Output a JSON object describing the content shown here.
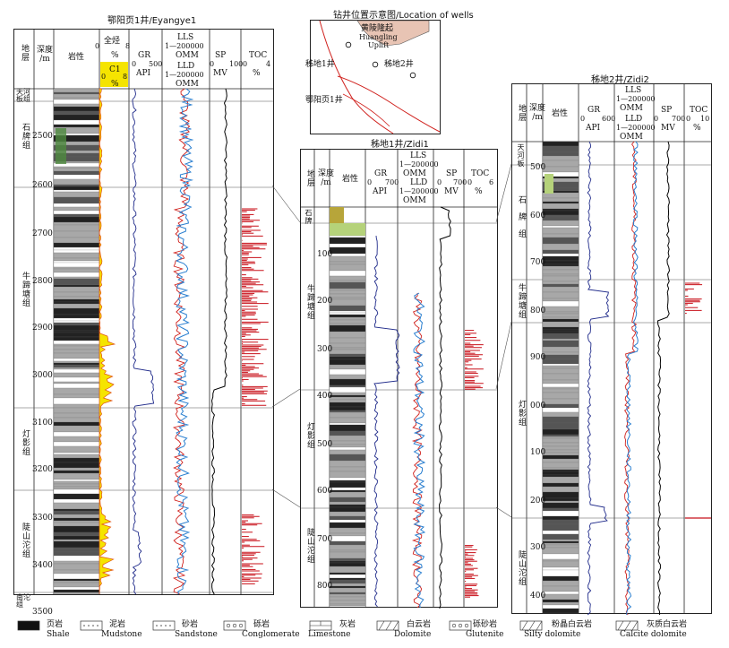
{
  "map": {
    "title": "钻井位置示意图/Location of wells",
    "uplift_cn": "黄陵隆起",
    "uplift_en1": "Huangling",
    "uplift_en2": "Uplift",
    "wells": [
      "秭地1井",
      "秭地2井",
      "鄂阳页1井"
    ]
  },
  "well1": {
    "title": "鄂阳页1井/Eyangye1",
    "headers": {
      "strata": "地层",
      "depth": "深度\n/m",
      "lith": "岩性",
      "gas": "全烃",
      "gas_unit": "%",
      "gas_lo": "0",
      "gas_hi": "8",
      "c1": "C1",
      "c1_unit": "%",
      "c1_lo": "0",
      "c1_hi": "8",
      "gr": "GR",
      "gr_unit": "API",
      "gr_lo": "0",
      "gr_hi": "500",
      "lls": "LLS",
      "lls_range": "1—200000",
      "lls_unit": "OMM",
      "lld": "LLD",
      "lld_range": "1—200000",
      "lld_unit": "OMM",
      "sp": "SP",
      "sp_unit": "MV",
      "sp_lo": "0",
      "sp_hi": "100",
      "toc": "TOC",
      "toc_unit": "%",
      "toc_lo": "0",
      "toc_hi": "4"
    },
    "depths": [
      "2500",
      "2600",
      "2700",
      "2800",
      "2900",
      "3000",
      "3100",
      "3200",
      "3300",
      "3400",
      "3500"
    ],
    "formations": [
      "天河板组",
      "石牌组",
      "牛蹄塘组",
      "灯影组",
      "陡山沱组",
      "南沱组"
    ]
  },
  "well2": {
    "title": "秭地1井/Zidi1",
    "headers": {
      "strata": "地层",
      "depth": "深度\n/m",
      "lith": "岩性",
      "gr": "GR",
      "gr_unit": "API",
      "gr_lo": "0",
      "gr_hi": "700",
      "lls": "LLS",
      "lls_range": "1—200000",
      "lls_unit": "OMM",
      "lld": "LLD",
      "lld_range": "1—200000",
      "lld_unit": "OMM",
      "sp": "SP",
      "sp_unit": "MV",
      "sp_lo": "0",
      "sp_hi": "700",
      "toc": "TOC",
      "toc_unit": "%",
      "toc_lo": "0",
      "toc_hi": "6"
    },
    "depths": [
      "100",
      "200",
      "300",
      "400",
      "500",
      "600",
      "700",
      "800"
    ],
    "formations": [
      "石牌",
      "牛蹄塘组",
      "灯影组",
      "陡山沱组"
    ]
  },
  "well3": {
    "title": "秭地2井/Zidi2",
    "headers": {
      "strata": "地层",
      "depth": "深度\n/m",
      "lith": "岩性",
      "gr": "GR",
      "gr_unit": "API",
      "gr_lo": "0",
      "gr_hi": "600",
      "lls": "LLS",
      "lls_range": "1—200000",
      "lls_unit": "OMM",
      "lld": "LLD",
      "lld_range": "1—200000",
      "lld_unit": "OMM",
      "sp": "SP",
      "sp_unit": "MV",
      "sp_lo": "0",
      "sp_hi": "700",
      "toc": "TOC",
      "toc_unit": "%",
      "toc_lo": "0",
      "toc_hi": "10"
    },
    "depths": [
      "500",
      "600",
      "700",
      "800",
      "900",
      "000",
      "100",
      "200",
      "300",
      "400"
    ],
    "formations": [
      "天河板",
      "石牌组",
      "牛蹄塘组",
      "灯影组",
      "陡山沱组"
    ]
  },
  "legend": [
    {
      "cn": "页岩",
      "en": "Shale"
    },
    {
      "cn": "泥岩",
      "en": "Mudstone"
    },
    {
      "cn": "砂岩",
      "en": "Sandstone"
    },
    {
      "cn": "砾岩",
      "en": "Conglomerate"
    },
    {
      "cn": "灰岩",
      "en": "Limestone"
    },
    {
      "cn": "白云岩",
      "en": "Dolomite"
    },
    {
      "cn": "砾砂岩",
      "en": "Glutenite"
    },
    {
      "cn": "粉晶白云岩",
      "en": "Silty dolomite"
    },
    {
      "cn": "灰质白云岩",
      "en": "Calcite dolomite"
    }
  ],
  "colors": {
    "gr": "#1f2a8a",
    "lls": "#d0201c",
    "lld": "#2a7fd0",
    "sp": "#000000",
    "toc": "#c8101a",
    "gas_fill": "#f5e400",
    "gas_line": "#e05010",
    "c1_box": "#f5e400",
    "uplift": "#e8c4b4",
    "green": "#4e8a3e",
    "yellowgreen": "#b5d27a",
    "olive": "#b7a53a"
  }
}
